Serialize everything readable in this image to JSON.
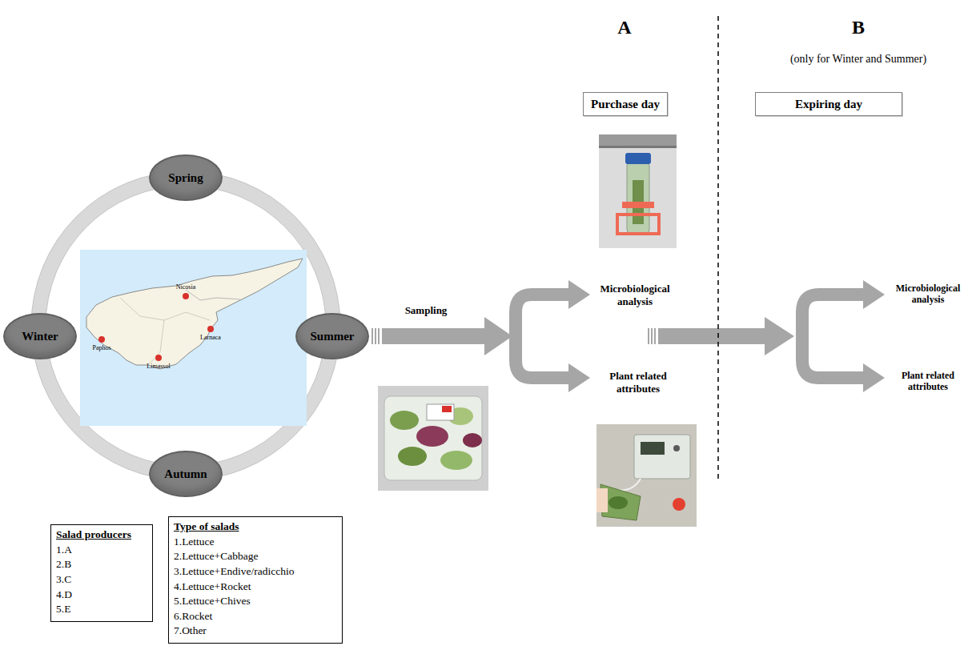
{
  "diagram": {
    "nodes": [
      {
        "text": [
          "Spring"
        ]
      },
      {
        "text": [
          "Winter"
        ]
      },
      {
        "text": [
          "Summer"
        ]
      },
      {
        "text": [
          "Autumn"
        ]
      },
      {
        "text": [
          "Purchase day"
        ]
      },
      {
        "text": [
          "Expiring day"
        ]
      },
      {
        "text": [
          "Salad producers",
          "1.A",
          "2.B",
          "3.C",
          "4.D",
          "5.E"
        ]
      },
      {
        "text": [
          "Type of salads",
          "1.Lettuce",
          "2.Lettuce+Cabbage",
          "3.Lettuce+Endive/radicchio",
          "4.Lettuce+Rocket",
          "5.Lettuce+Chives",
          "6.Rocket",
          "7.Other"
        ]
      }
    ],
    "labels": [
      "A",
      "B",
      "(only for Winter and Summer)",
      "Sampling",
      "Microbiological analysis",
      "Plant related attributes",
      "Microbiological analysis",
      "Plant related attributes",
      "Nicosia",
      "Paphos",
      "Limassol",
      "Larnaca"
    ]
  }
}
